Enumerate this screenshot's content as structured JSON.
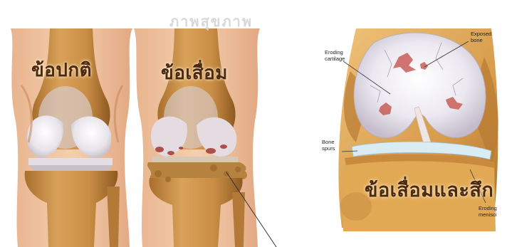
{
  "watermark": "ภาพสุขภาพ",
  "panels": {
    "normal": {
      "label": "ข้อปกติ"
    },
    "degenerate": {
      "label": "ข้อเสื่อม"
    },
    "detail": {
      "label": "ข้อเสื่อมและสึก",
      "callouts": {
        "eroding_cartilage": "Eroding\ncartilage",
        "exposed_bone": "Exposed\nbone",
        "bone_spurs": "Bone\nspurs",
        "eroding_menisci": "Eroding\nmenisci"
      }
    }
  }
}
